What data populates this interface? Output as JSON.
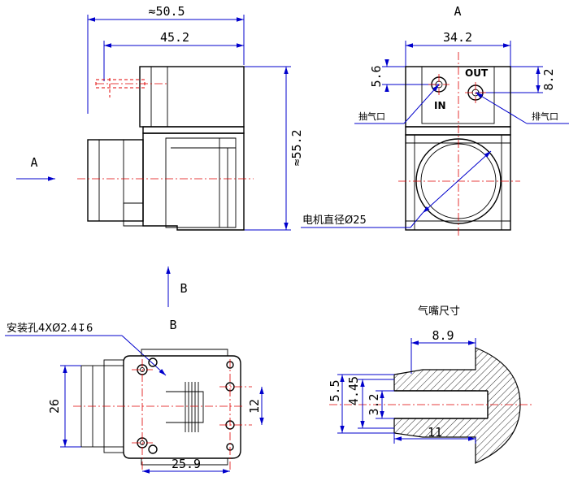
{
  "views": {
    "view_a_label": "A",
    "view_b_label": "B",
    "arrow_a_label": "A",
    "arrow_b_label": "B"
  },
  "dimensions": {
    "overall_width": "≈50.5",
    "body_width": "45.2",
    "overall_height": "≈55.2",
    "front_width": "34.2",
    "in_offset": "5.6",
    "out_offset": "8.2",
    "bottom_height": "26",
    "hole_pitch": "12",
    "hole_spacing": "25.9",
    "nozzle_length_top": "8.9",
    "nozzle_length_bottom": "11",
    "nozzle_d1": "5.5",
    "nozzle_d2": "4.45",
    "nozzle_d3": "3.2"
  },
  "labels": {
    "port_out": "OUT",
    "port_in": "IN",
    "suction_port": "抽气口",
    "exhaust_port": "排气口",
    "motor_diameter": "电机直径Ø25",
    "mounting_holes": "安装孔4XØ2.4↧6",
    "nozzle_size": "气嘴尺寸"
  }
}
